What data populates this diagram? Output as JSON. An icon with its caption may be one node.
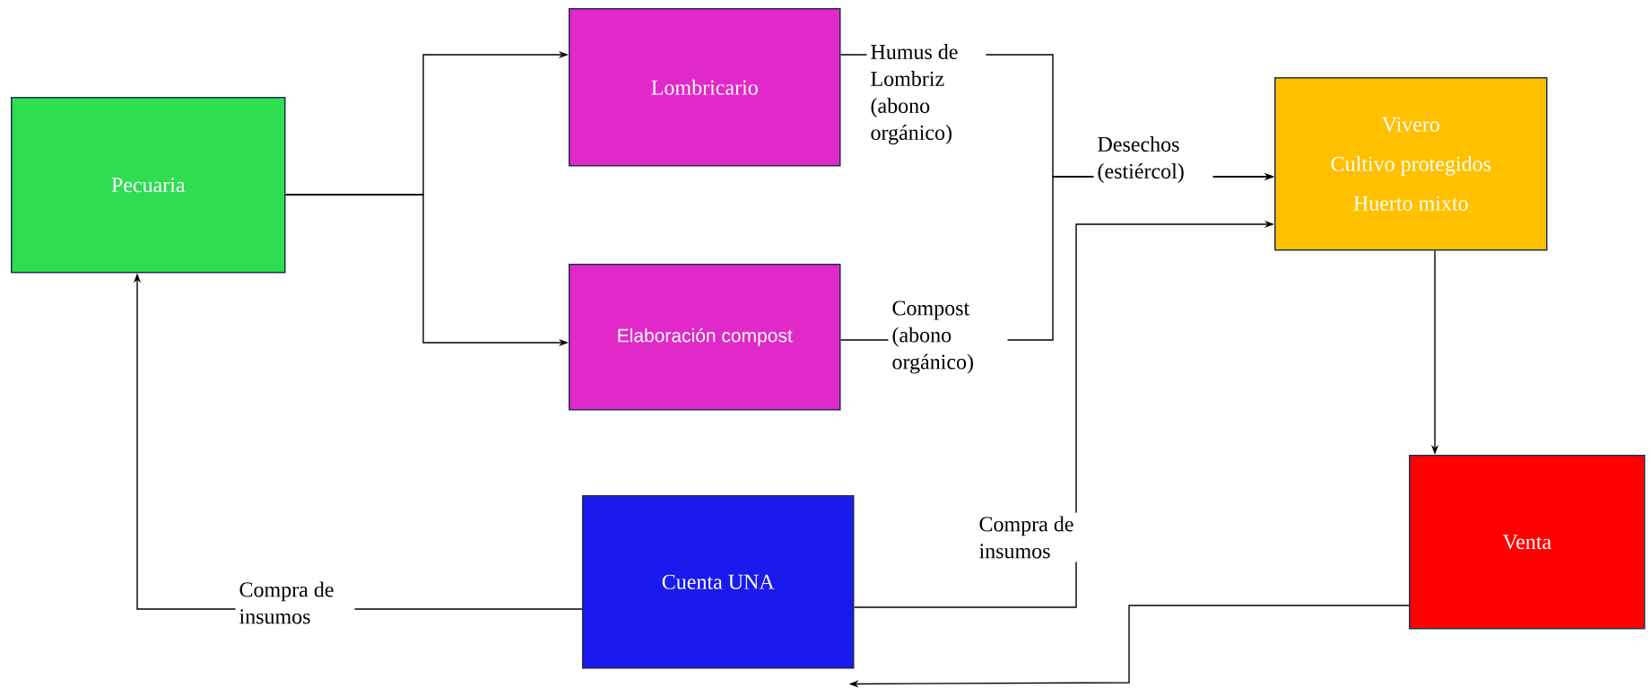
{
  "diagram": {
    "nodes": [
      {
        "text": [
          "Pecuaria"
        ]
      },
      {
        "text": [
          "Lombricario"
        ]
      },
      {
        "text": [
          "Elaboración compost"
        ]
      },
      {
        "text": [
          "Vivero",
          "Cultivo protegidos",
          "Huerto mixto"
        ]
      },
      {
        "text": [
          "Venta"
        ]
      },
      {
        "text": [
          "Cuenta UNA"
        ]
      }
    ],
    "edges": [
      {
        "from": 0,
        "to": 1,
        "arrow": "to"
      },
      {
        "from": 0,
        "to": 2,
        "arrow": "to"
      },
      {
        "from": 1,
        "to": 3,
        "arrow": "to",
        "label": "Humus de Lombriz (abono orgánico)"
      },
      {
        "from": 2,
        "to": 3,
        "arrow": "to",
        "label": "Compost (abono orgánico)"
      },
      {
        "from": 3,
        "to": 4,
        "arrow": "to"
      },
      {
        "from": 4,
        "to": 5,
        "arrow": "to"
      },
      {
        "from": 5,
        "to": 0,
        "arrow": "to",
        "label": "Compra de insumos"
      },
      {
        "from": 5,
        "to": 3,
        "arrow": "to",
        "label": "Compra de insumos"
      }
    ],
    "labels": [
      "Desechos (estiércol)"
    ]
  }
}
